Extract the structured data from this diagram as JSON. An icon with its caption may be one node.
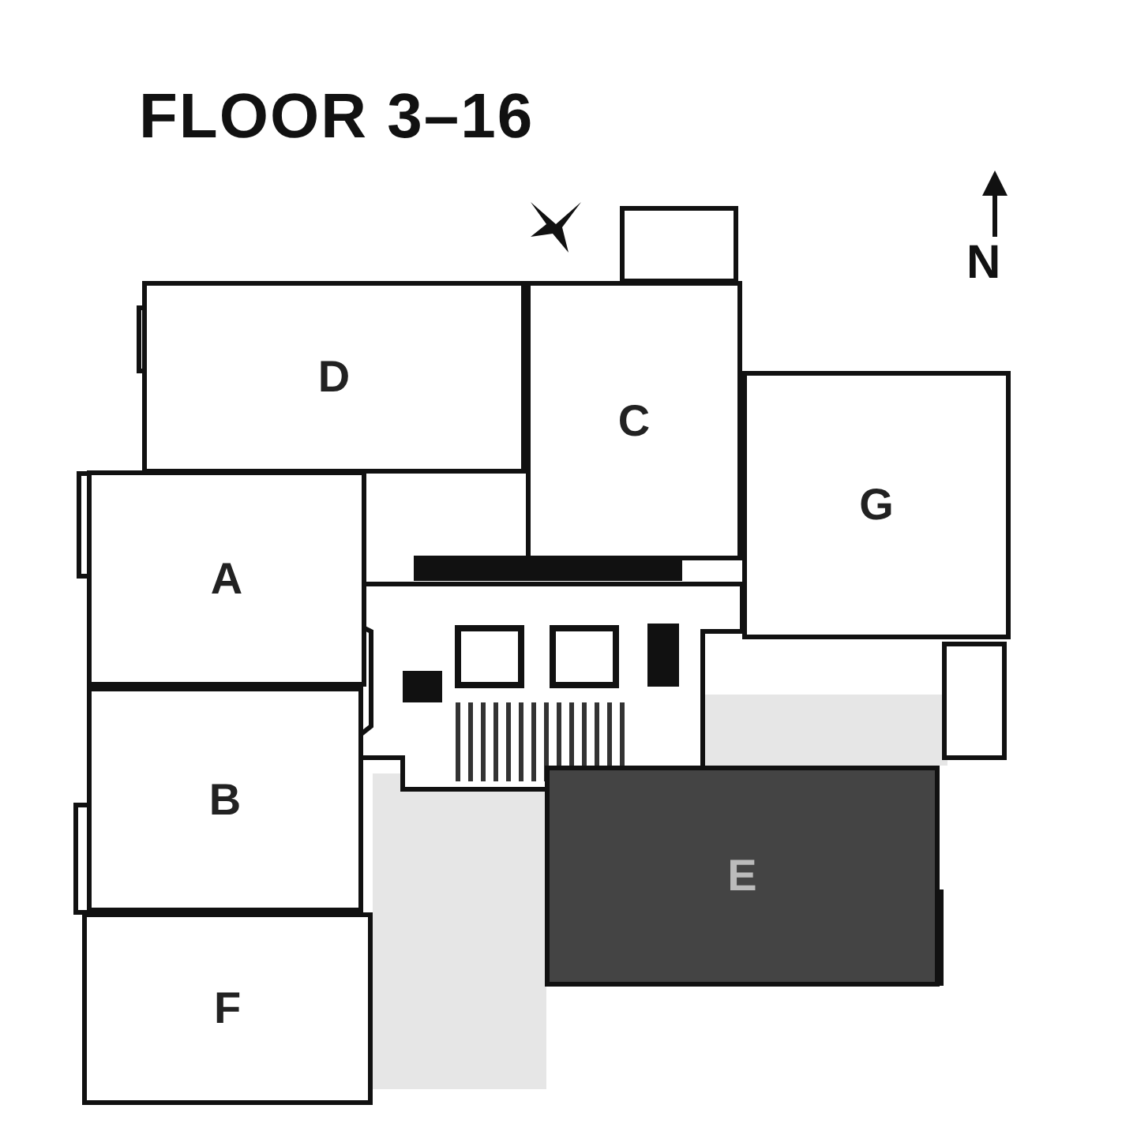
{
  "diagram": {
    "title": "FLOOR 3–16",
    "nodes": [
      {
        "text": [
          "D"
        ]
      },
      {
        "text": [
          "C"
        ]
      },
      {
        "text": [
          "A"
        ]
      },
      {
        "text": [
          "G"
        ]
      },
      {
        "text": [
          "B"
        ]
      },
      {
        "text": [
          "E"
        ]
      },
      {
        "text": [
          "F"
        ]
      }
    ],
    "labels": [
      "N"
    ]
  }
}
